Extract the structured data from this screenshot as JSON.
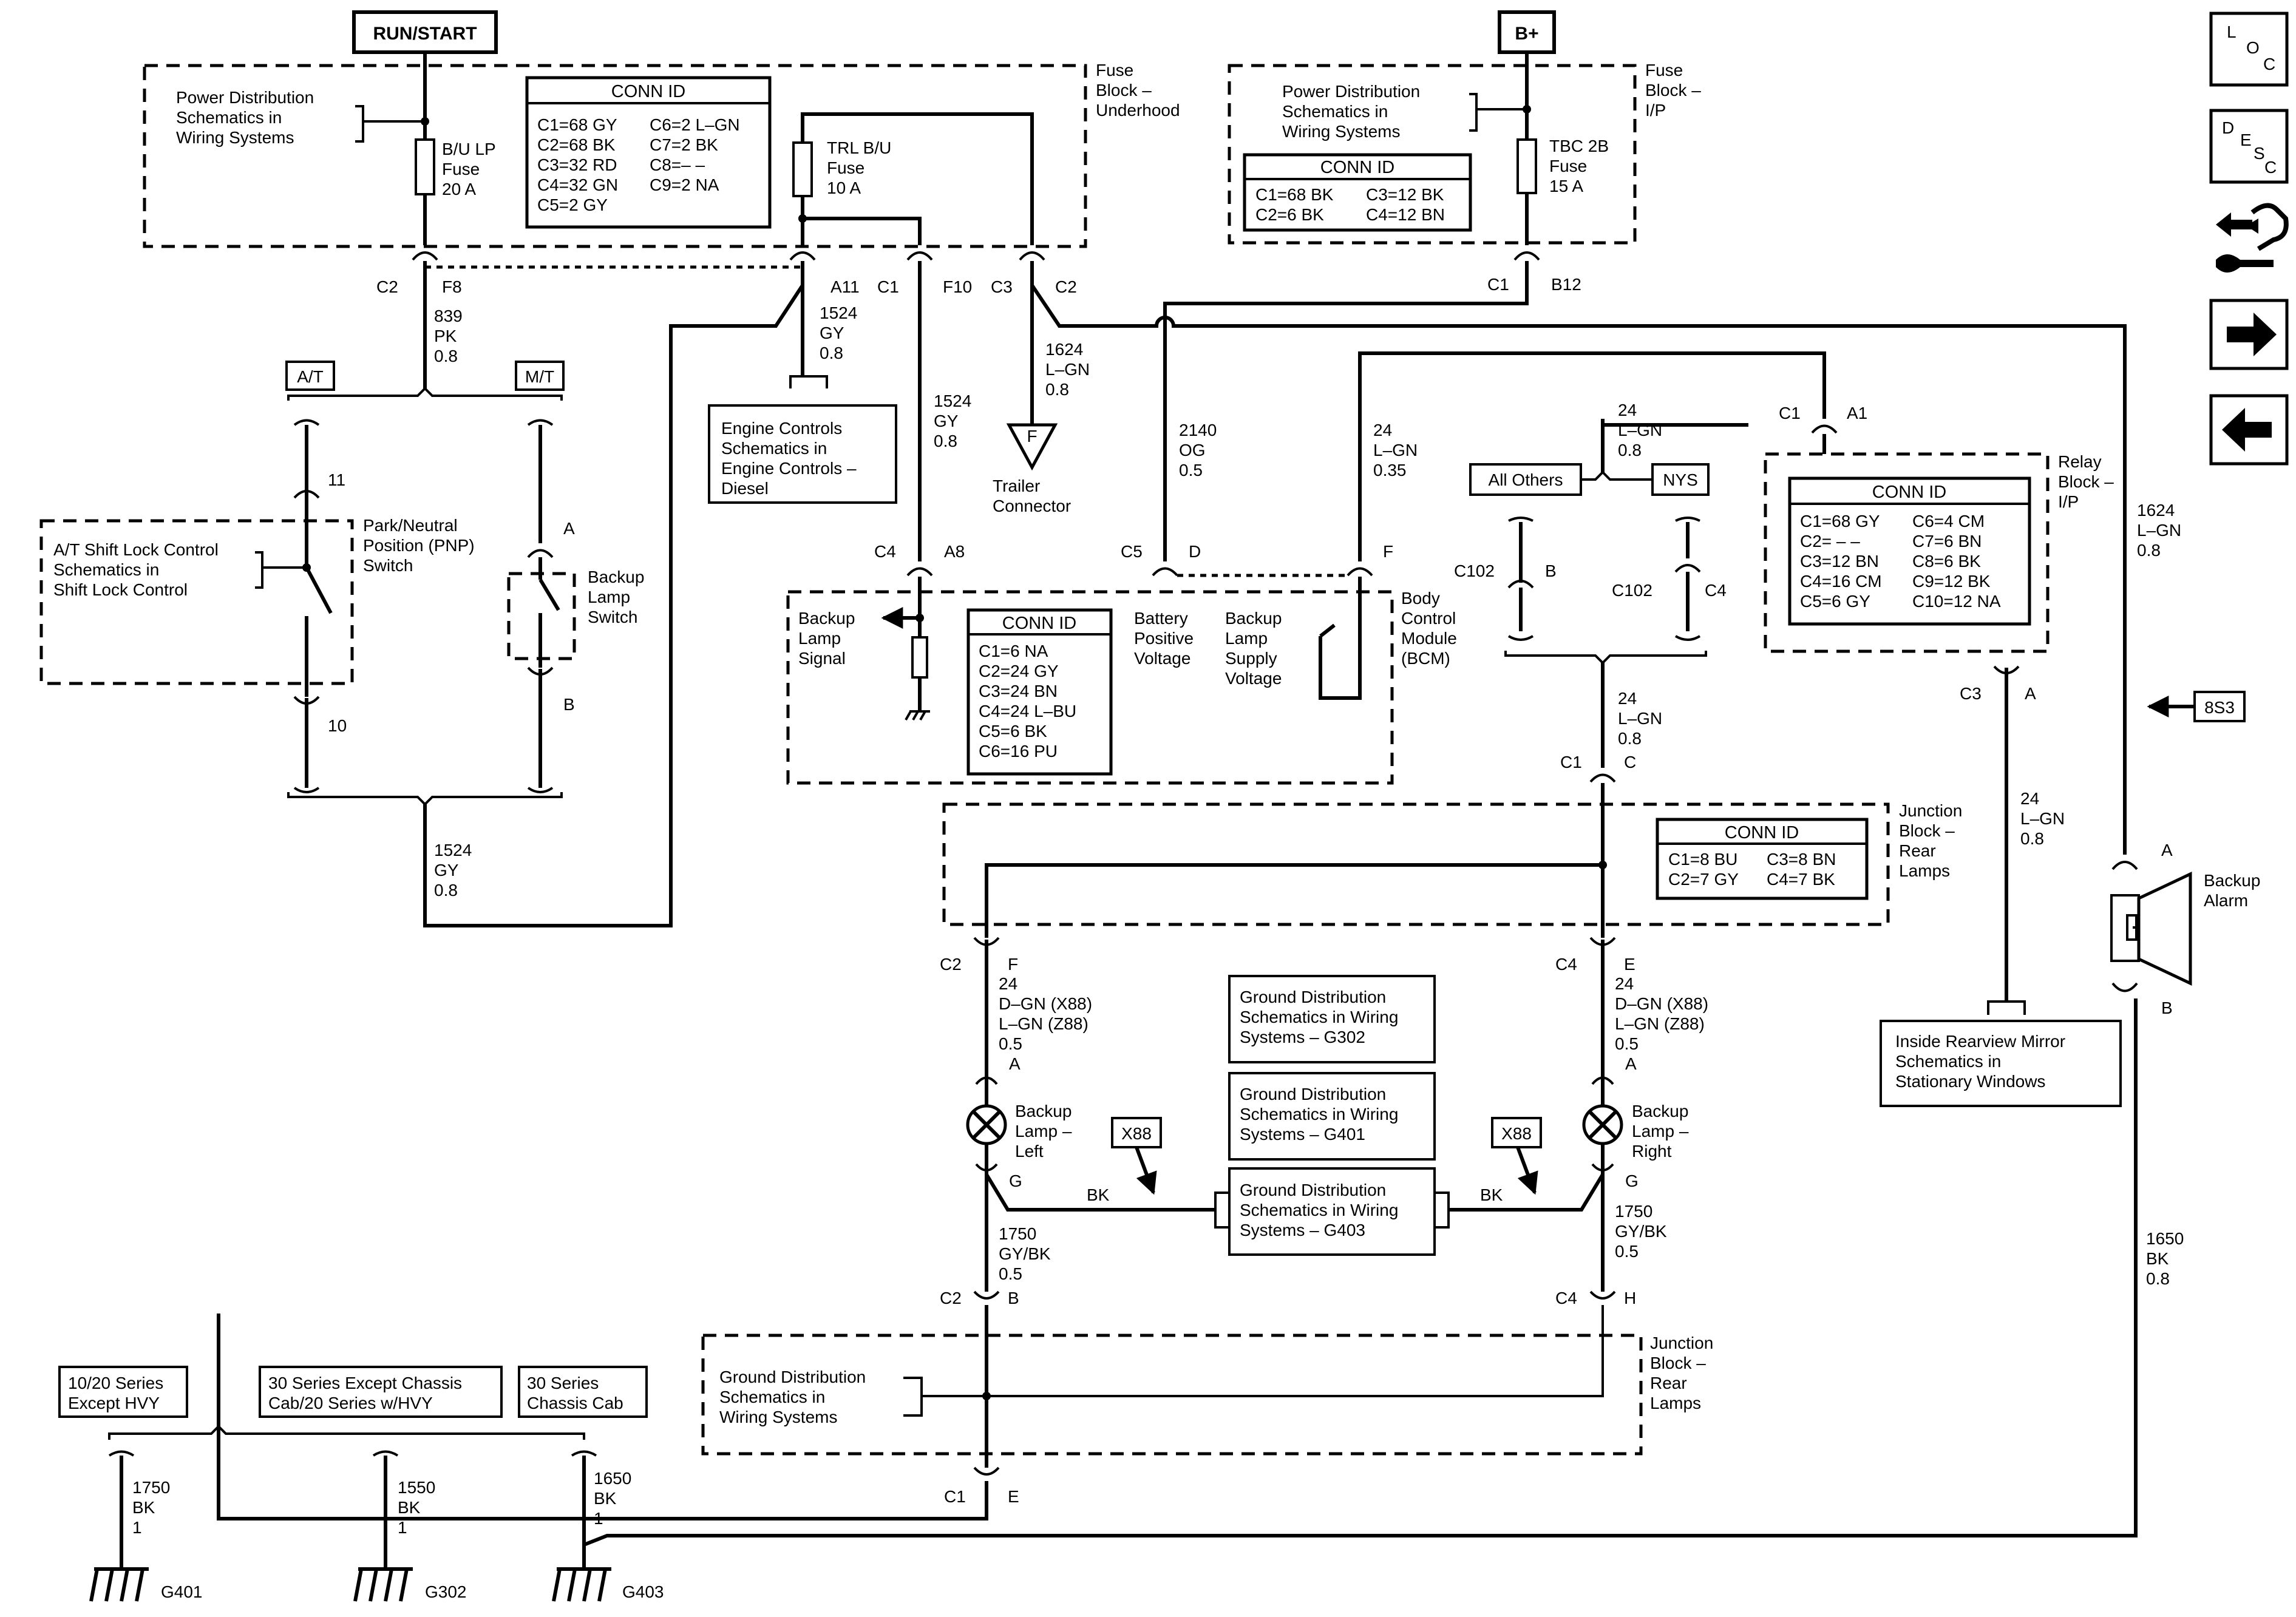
{
  "tags": {
    "run_start": "RUN/START",
    "bplus": "B+",
    "at": "A/T",
    "mt": "M/T",
    "all_others": "All Others",
    "nys": "NYS",
    "x88": "X88",
    "s8s3": "8S3"
  },
  "fuse_ul": {
    "title": [
      "Fuse",
      "Block –",
      "Underhood"
    ],
    "pd": [
      "Power Distribution",
      "Schematics in",
      "Wiring Systems"
    ],
    "fuse1": [
      "B/U LP",
      "Fuse",
      "20 A"
    ],
    "fuse2": [
      "TRL B/U",
      "Fuse",
      "10 A"
    ],
    "conn_title": "CONN ID",
    "conn_a": [
      "C1=68 GY",
      "C2=68 BK",
      "C3=32 RD",
      "C4=32 GN",
      "C5=2 GY"
    ],
    "conn_b": [
      "C6=2 L–GN",
      "C7=2 BK",
      "C8=– –",
      "C9=2 NA"
    ]
  },
  "fuse_ip": {
    "title": [
      "Fuse",
      "Block –",
      "I/P"
    ],
    "pd": [
      "Power Distribution",
      "Schematics in",
      "Wiring Systems"
    ],
    "fuse": [
      "TBC 2B",
      "Fuse",
      "15 A"
    ],
    "conn_title": "CONN ID",
    "conn_a": [
      "C1=68 BK",
      "C2=6 BK"
    ],
    "conn_b": [
      "C3=12 BK",
      "C4=12 BN"
    ]
  },
  "pins": {
    "c2": "C2",
    "f8": "F8",
    "a11": "A11",
    "c1": "C1",
    "f10": "F10",
    "c3": "C3",
    "c2b": "C2",
    "c1b": "C1",
    "b12": "B12",
    "c4": "C4",
    "a8": "A8",
    "c5": "C5",
    "d": "D",
    "f": "F",
    "c1c": "C1",
    "a1": "A1",
    "c102a": "C102",
    "b": "B",
    "c102b": "C102",
    "c4b": "C4",
    "c1d": "C1",
    "c": "C",
    "c3r": "C3",
    "a": "A",
    "p11": "11",
    "p10": "10",
    "pa": "A",
    "pb": "B",
    "c2f": "C2",
    "ff": "F",
    "c4e": "C4",
    "e": "E",
    "a_l": "A",
    "a_r": "A",
    "g_l": "G",
    "g_r": "G",
    "c2b2": "C2",
    "bb": "B",
    "c4h": "C4",
    "h": "H",
    "c1e": "C1",
    "ee": "E",
    "alarm_a": "A",
    "alarm_b": "B"
  },
  "wires": {
    "w839": [
      "839",
      "PK",
      "0.8"
    ],
    "w1524a": [
      "1524",
      "GY",
      "0.8"
    ],
    "w1624a": [
      "1624",
      "L–GN",
      "0.8"
    ],
    "w1524b": [
      "1524",
      "GY",
      "0.8"
    ],
    "w1524c": [
      "1524",
      "GY",
      "0.8"
    ],
    "w2140": [
      "2140",
      "OG",
      "0.5"
    ],
    "w24a": [
      "24",
      "L–GN",
      "0.35"
    ],
    "w24b": [
      "24",
      "L–GN",
      "0.8"
    ],
    "w24c": [
      "24",
      "L–GN",
      "0.8"
    ],
    "w1624b": [
      "1624",
      "L–GN",
      "0.8"
    ],
    "w24d": [
      "24",
      "L–GN",
      "0.8"
    ],
    "w24l": [
      "24",
      "D–GN (X88)",
      "L–GN (Z88)",
      "0.5"
    ],
    "w24r": [
      "24",
      "D–GN (X88)",
      "L–GN (Z88)",
      "0.5"
    ],
    "bk_l": "BK",
    "bk_r": "BK",
    "w1750l": [
      "1750",
      "GY/BK",
      "0.5"
    ],
    "w1750r": [
      "1750",
      "GY/BK",
      "0.5"
    ],
    "w1650": [
      "1650",
      "BK",
      "0.8"
    ],
    "g401w": [
      "1750",
      "BK",
      "1"
    ],
    "g302w": [
      "1550",
      "BK",
      "1"
    ],
    "g403w": [
      "1650",
      "BK",
      "1"
    ]
  },
  "components": {
    "engine": [
      "Engine Controls",
      "Schematics in",
      "Engine Controls –",
      "Diesel"
    ],
    "trailer": [
      "Trailer",
      "Connector"
    ],
    "trailer_f": "F",
    "shift": [
      "A/T Shift Lock Control",
      "Schematics in",
      "Shift Lock Control"
    ],
    "pnp": [
      "Park/Neutral",
      "Position (PNP)",
      "Switch"
    ],
    "backup_sw": [
      "Backup",
      "Lamp",
      "Switch"
    ],
    "bcm": [
      "Body",
      "Control",
      "Module",
      "(BCM)"
    ],
    "bcm_sig": [
      "Backup",
      "Lamp",
      "Signal"
    ],
    "bcm_bpv": [
      "Battery",
      "Positive",
      "Voltage"
    ],
    "bcm_bls": [
      "Backup",
      "Lamp",
      "Supply",
      "Voltage"
    ],
    "bcm_conn_title": "CONN ID",
    "bcm_conn": [
      "C1=6 NA",
      "C2=24 GY",
      "C3=24 BN",
      "C4=24 L–BU",
      "C5=6 BK",
      "C6=16 PU"
    ],
    "relay": [
      "Relay",
      "Block –",
      "I/P"
    ],
    "relay_conn_title": "CONN ID",
    "relay_conn_a": [
      "C1=68 GY",
      "C2= – –",
      "C3=12 BN",
      "C4=16 CM",
      "C5=6 GY"
    ],
    "relay_conn_b": [
      "C6=4 CM",
      "C7=6 BN",
      "C8=6 BK",
      "C9=12 BK",
      "C10=12 NA"
    ],
    "jb": [
      "Junction",
      "Block –",
      "Rear",
      "Lamps"
    ],
    "jb_conn_title": "CONN ID",
    "jb_conn_a": [
      "C1=8 BU",
      "C2=7 GY"
    ],
    "jb_conn_b": [
      "C3=8 BN",
      "C4=7 BK"
    ],
    "jb2": [
      "Junction",
      "Block –",
      "Rear",
      "Lamps"
    ],
    "gd_jb": [
      "Ground Distribution",
      "Schematics in",
      "Wiring Systems"
    ],
    "mirror": [
      "Inside Rearview Mirror",
      "Schematics in",
      "Stationary Windows"
    ],
    "alarm": [
      "Backup",
      "Alarm"
    ],
    "lamp_l": [
      "Backup",
      "Lamp –",
      "Left"
    ],
    "lamp_r": [
      "Backup",
      "Lamp –",
      "Right"
    ],
    "gd302": [
      "Ground Distribution",
      "Schematics in Wiring",
      "Systems – G302"
    ],
    "gd401": [
      "Ground Distribution",
      "Schematics in Wiring",
      "Systems – G401"
    ],
    "gd403": [
      "Ground Distribution",
      "Schematics in Wiring",
      "Systems – G403"
    ],
    "opt1": [
      "10/20 Series",
      "Except HVY"
    ],
    "opt2": [
      "30 Series Except Chassis",
      "Cab/20 Series w/HVY"
    ],
    "opt3": [
      "30 Series",
      "Chassis Cab"
    ],
    "g401": "G401",
    "g302": "G302",
    "g403": "G403"
  },
  "nav": {
    "loc": [
      "L",
      "O",
      "C"
    ],
    "desc": [
      "D",
      "E",
      "S",
      "C"
    ]
  }
}
